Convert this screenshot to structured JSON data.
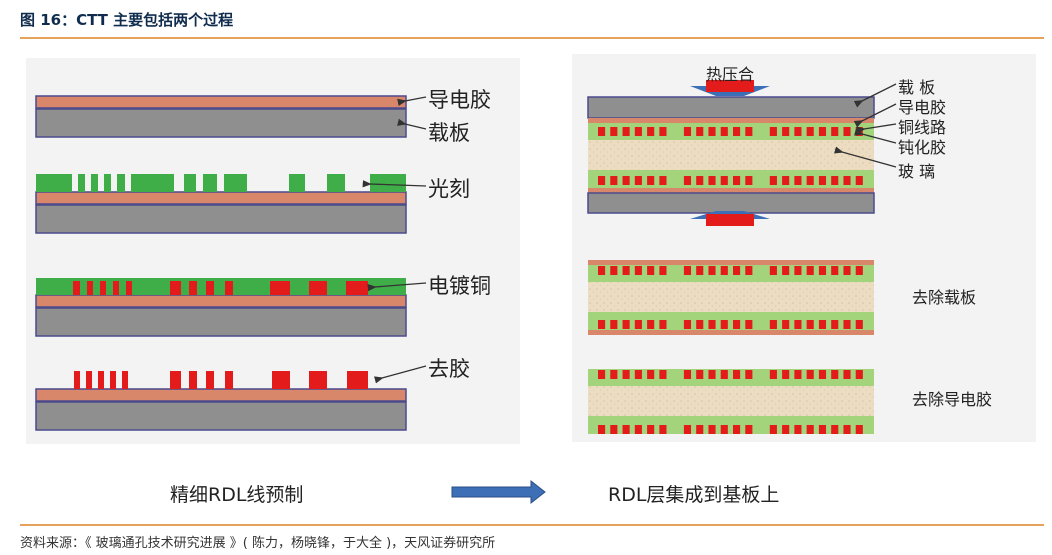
{
  "figure": {
    "title": "图 16：CTT 主要包括两个过程",
    "source": "资料来源：《 玻璃通孔技术研究进展 》( 陈力，杨晓锋，于大全 )，天风证券研究所"
  },
  "left_labels": {
    "conductive_adhesive": "导电胶",
    "carrier": "载板",
    "photolithography": "光刻",
    "electroplating": "电镀铜",
    "remove_adhesive": "去胶"
  },
  "right_labels": {
    "hot_press": "热压合",
    "carrier": "载 板",
    "conductive_adhesive": "导电胶",
    "copper_trace": "铜线路",
    "passivation": "钝化胶",
    "glass": "玻 璃",
    "remove_carrier": "去除载板",
    "remove_adhesive": "去除导电胶"
  },
  "captions": {
    "left": "精细RDL线预制",
    "right": "RDL层集成到基板上"
  },
  "colors": {
    "carrier": "#8f8f8f",
    "adhesive": "#d9876a",
    "photoresist": "#3fae49",
    "copper": "#e41b1b",
    "glass": "#ecdcc2",
    "passivation": "#a3d37a",
    "outline": "#4a4a8c",
    "arrow": "#3d6fb6",
    "rule": "#e4a25a"
  }
}
